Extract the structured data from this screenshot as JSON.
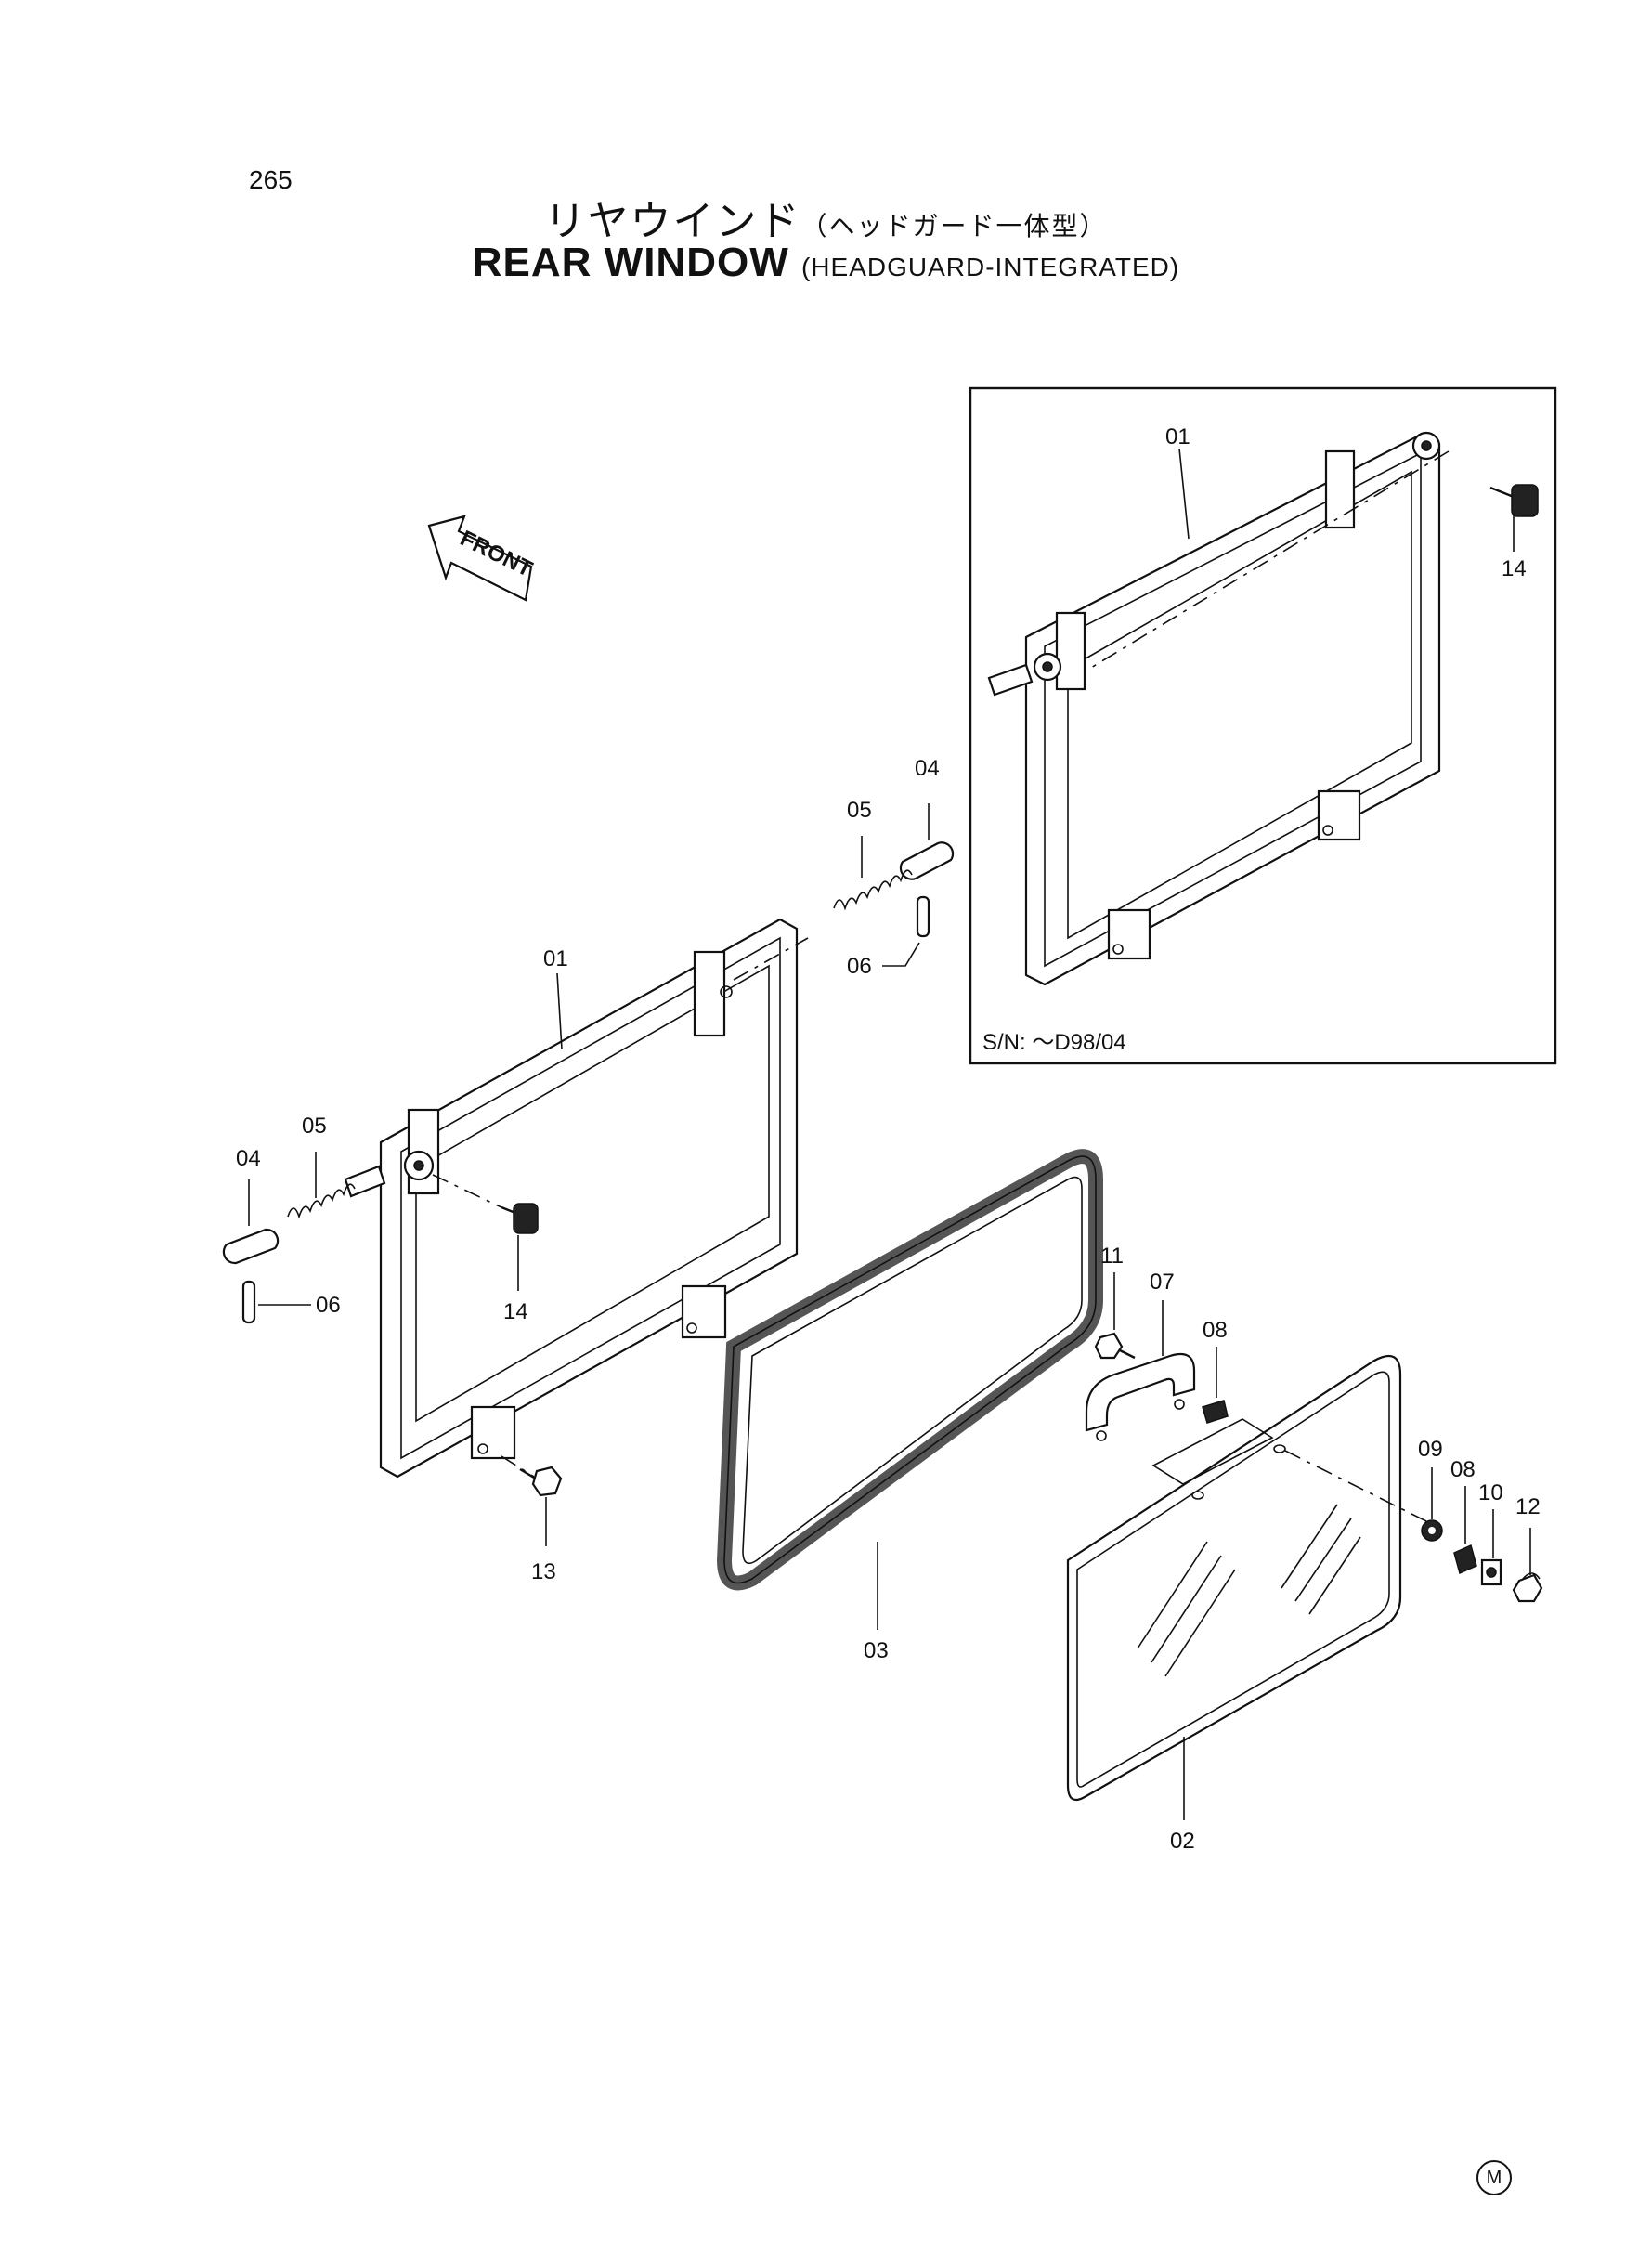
{
  "page_number": "265",
  "title_jp": "リヤウインド",
  "title_jp_sub": "（ヘッドガード一体型）",
  "title_en": "REAR WINDOW",
  "title_en_sub": "(HEADGUARD-INTEGRATED)",
  "front_arrow_label": "FRONT",
  "inset_serial": "S/N: ～D98/04",
  "manufacturer_mark": "M",
  "callouts": {
    "inset_frame": "01",
    "inset_knob": "14",
    "frame": "01",
    "pin_right": "04",
    "spring_right": "05",
    "pin_small_right": "06",
    "pin_left": "04",
    "spring_left": "05",
    "pin_small_left": "06",
    "knob": "14",
    "bolt": "13",
    "seal": "03",
    "screw": "11",
    "handle": "07",
    "plate_left": "08",
    "glass": "02",
    "washer": "09",
    "plate_right": "08",
    "nut_plate": "10",
    "cap_nut": "12"
  }
}
